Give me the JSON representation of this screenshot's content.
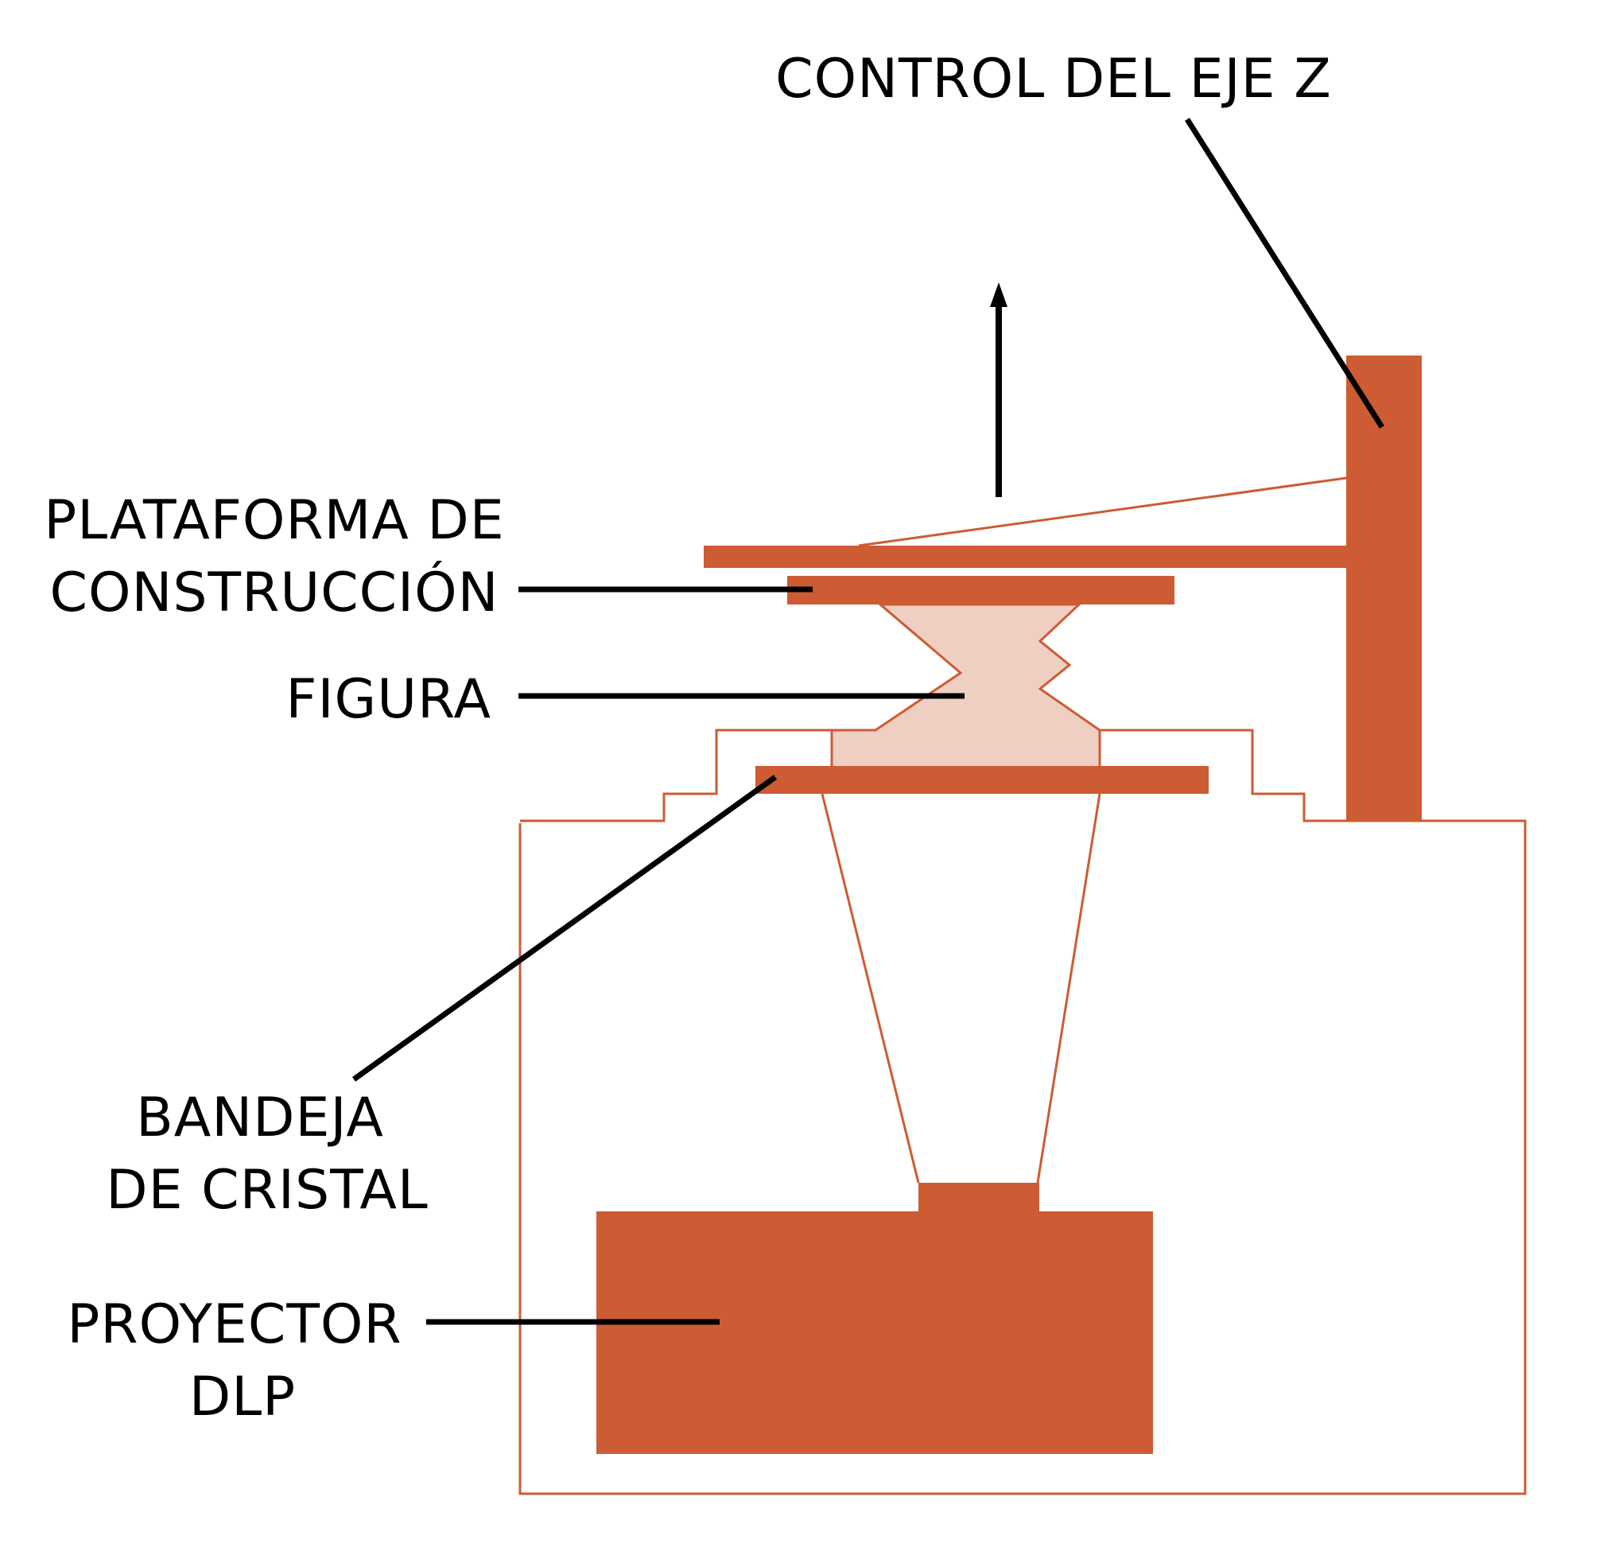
{
  "labels": {
    "z_axis": "CONTROL DEL EJE Z",
    "platform_line1": "PLATAFORMA DE",
    "platform_line2": "CONSTRUCCIÓN",
    "figure": "FIGURA",
    "tray_line1": "BANDEJA",
    "tray_line2": "DE CRISTAL",
    "projector_line1": "PROYECTOR",
    "projector_line2": "DLP"
  },
  "colors": {
    "part": "#cd5b34",
    "figure_fill": "#f0cfc3",
    "leader": "#000000",
    "background": "#ffffff"
  }
}
